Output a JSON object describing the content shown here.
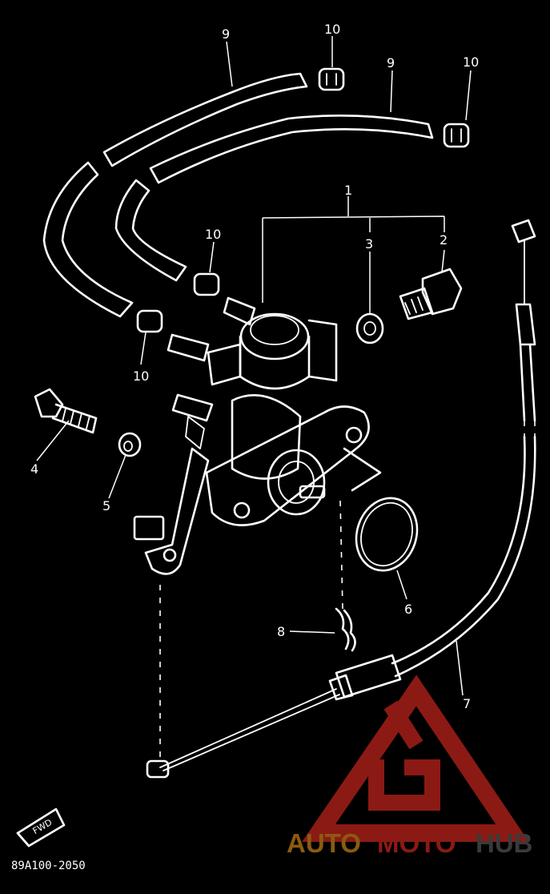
{
  "diagram": {
    "callouts": {
      "c1": "1",
      "c2": "2",
      "c3": "3",
      "c4": "4",
      "c5": "5",
      "c6": "6",
      "c7": "7",
      "c8": "8",
      "c9a": "9",
      "c9b": "9",
      "c10a": "10",
      "c10b": "10",
      "c10c": "10",
      "c10d": "10"
    },
    "fwd_label": "FWD",
    "diagram_code": "89A100-2050"
  },
  "watermark": {
    "part1": "AUTO",
    "part2": "MOTO",
    "part3": "HUB",
    "colors": {
      "logo": "#8b1a14",
      "auto": "#8c5a10",
      "moto": "#8b1a14",
      "hub": "#3a3a3a"
    }
  }
}
